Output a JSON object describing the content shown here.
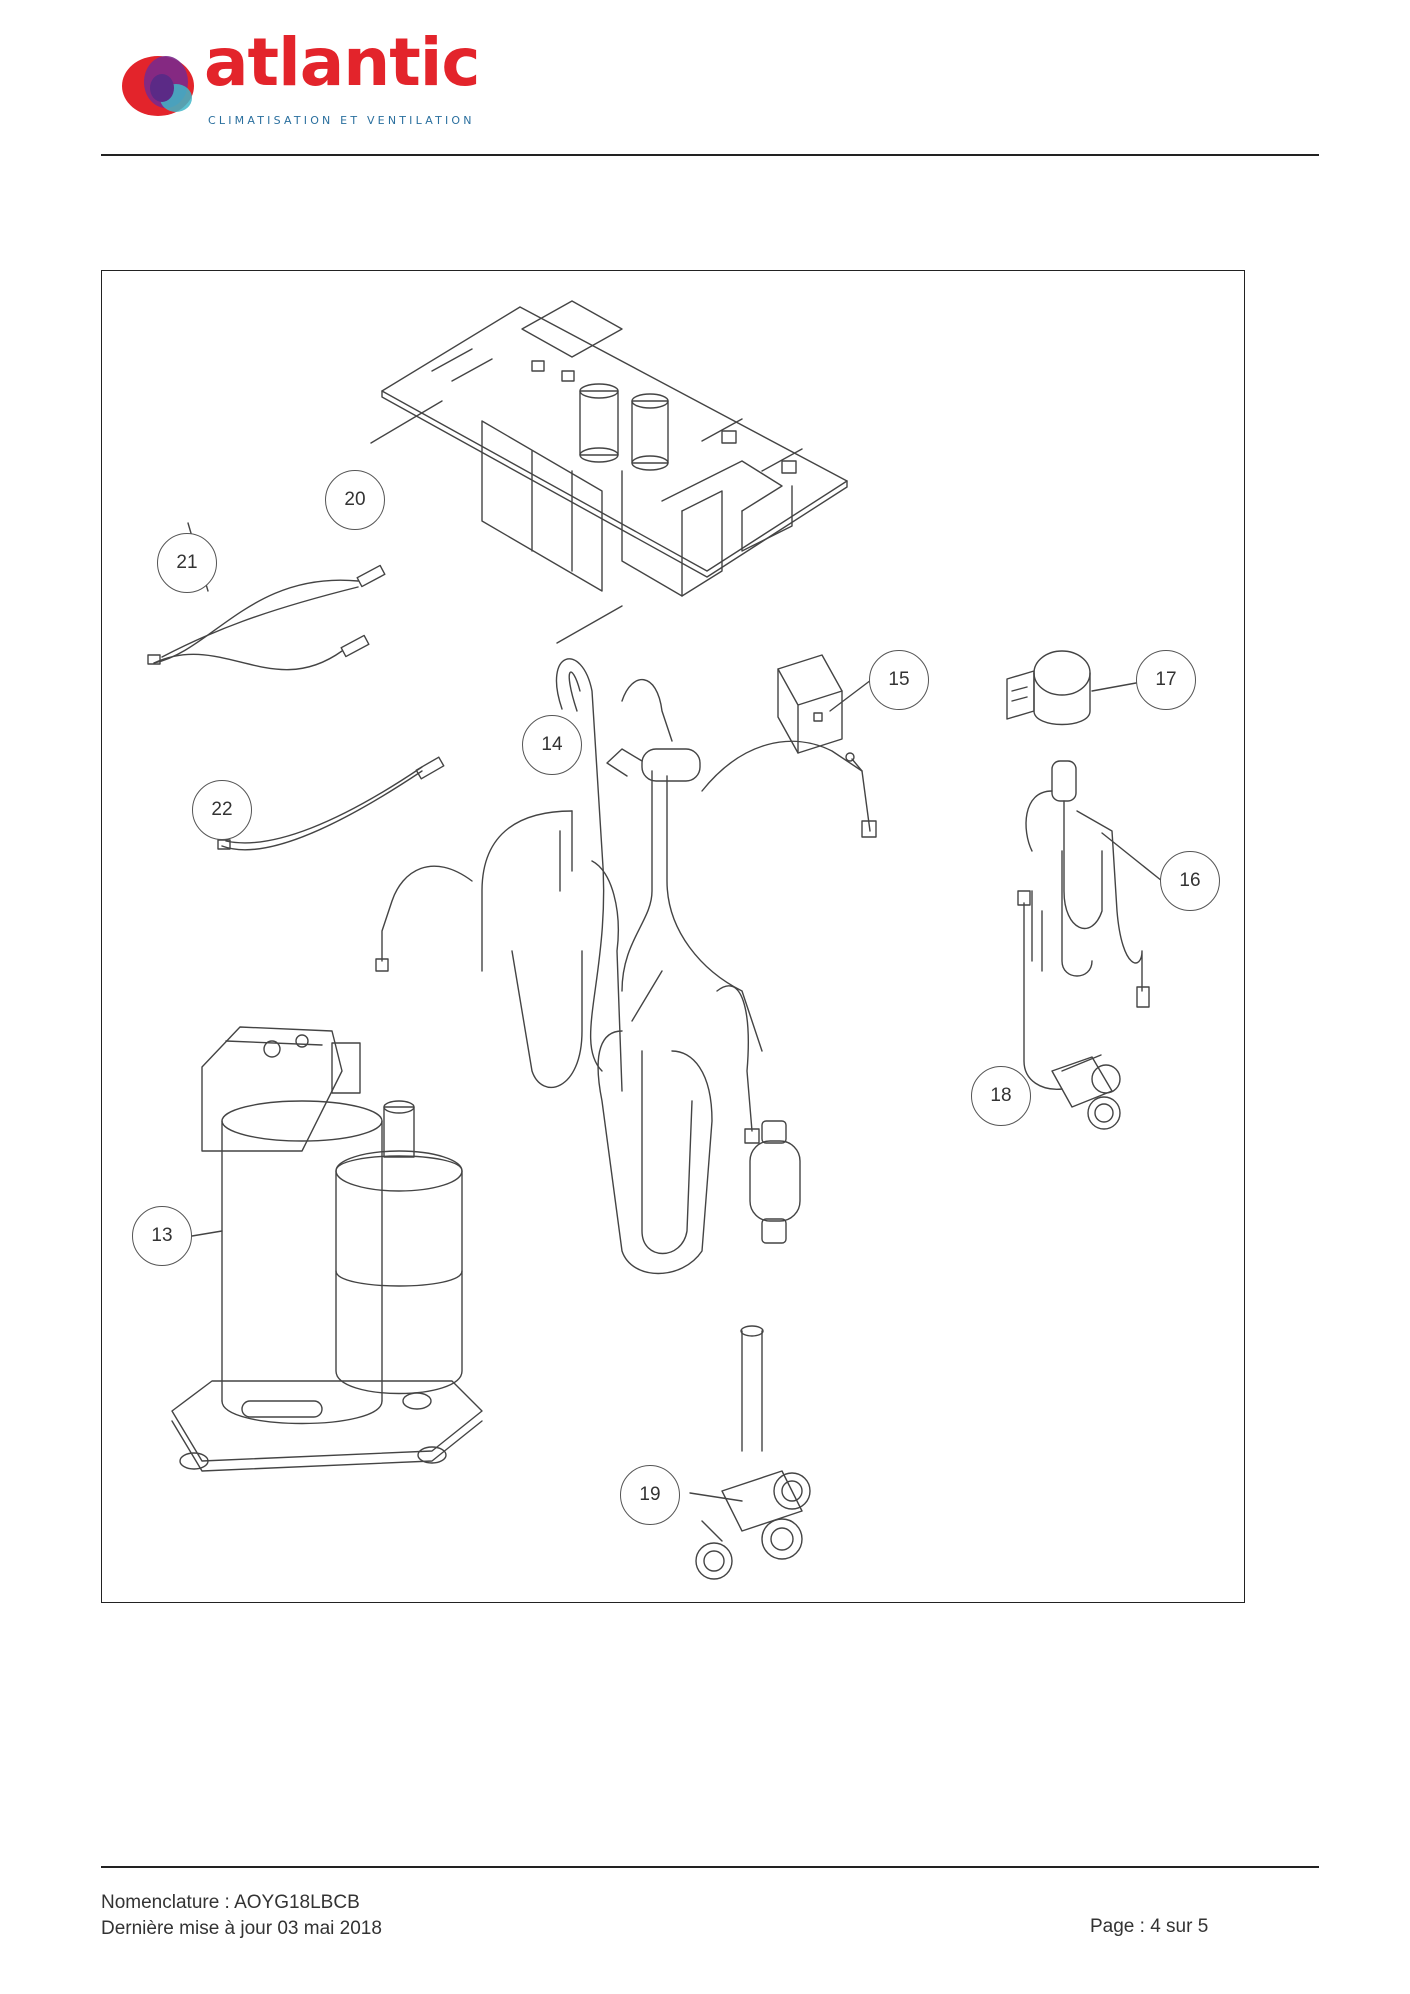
{
  "header": {
    "logo_name": "atlantic",
    "logo_tagline": "CLIMATISATION ET VENTILATION",
    "brand_color": "#e3242b"
  },
  "figure": {
    "callouts": [
      "13",
      "14",
      "15",
      "16",
      "17",
      "18",
      "19",
      "20",
      "21",
      "22"
    ]
  },
  "footer": {
    "nomenclature": "Nomenclature : AOYG18LBCB",
    "updated": "Dernière mise à jour 03 mai 2018",
    "page": "Page : 4 sur 5"
  }
}
